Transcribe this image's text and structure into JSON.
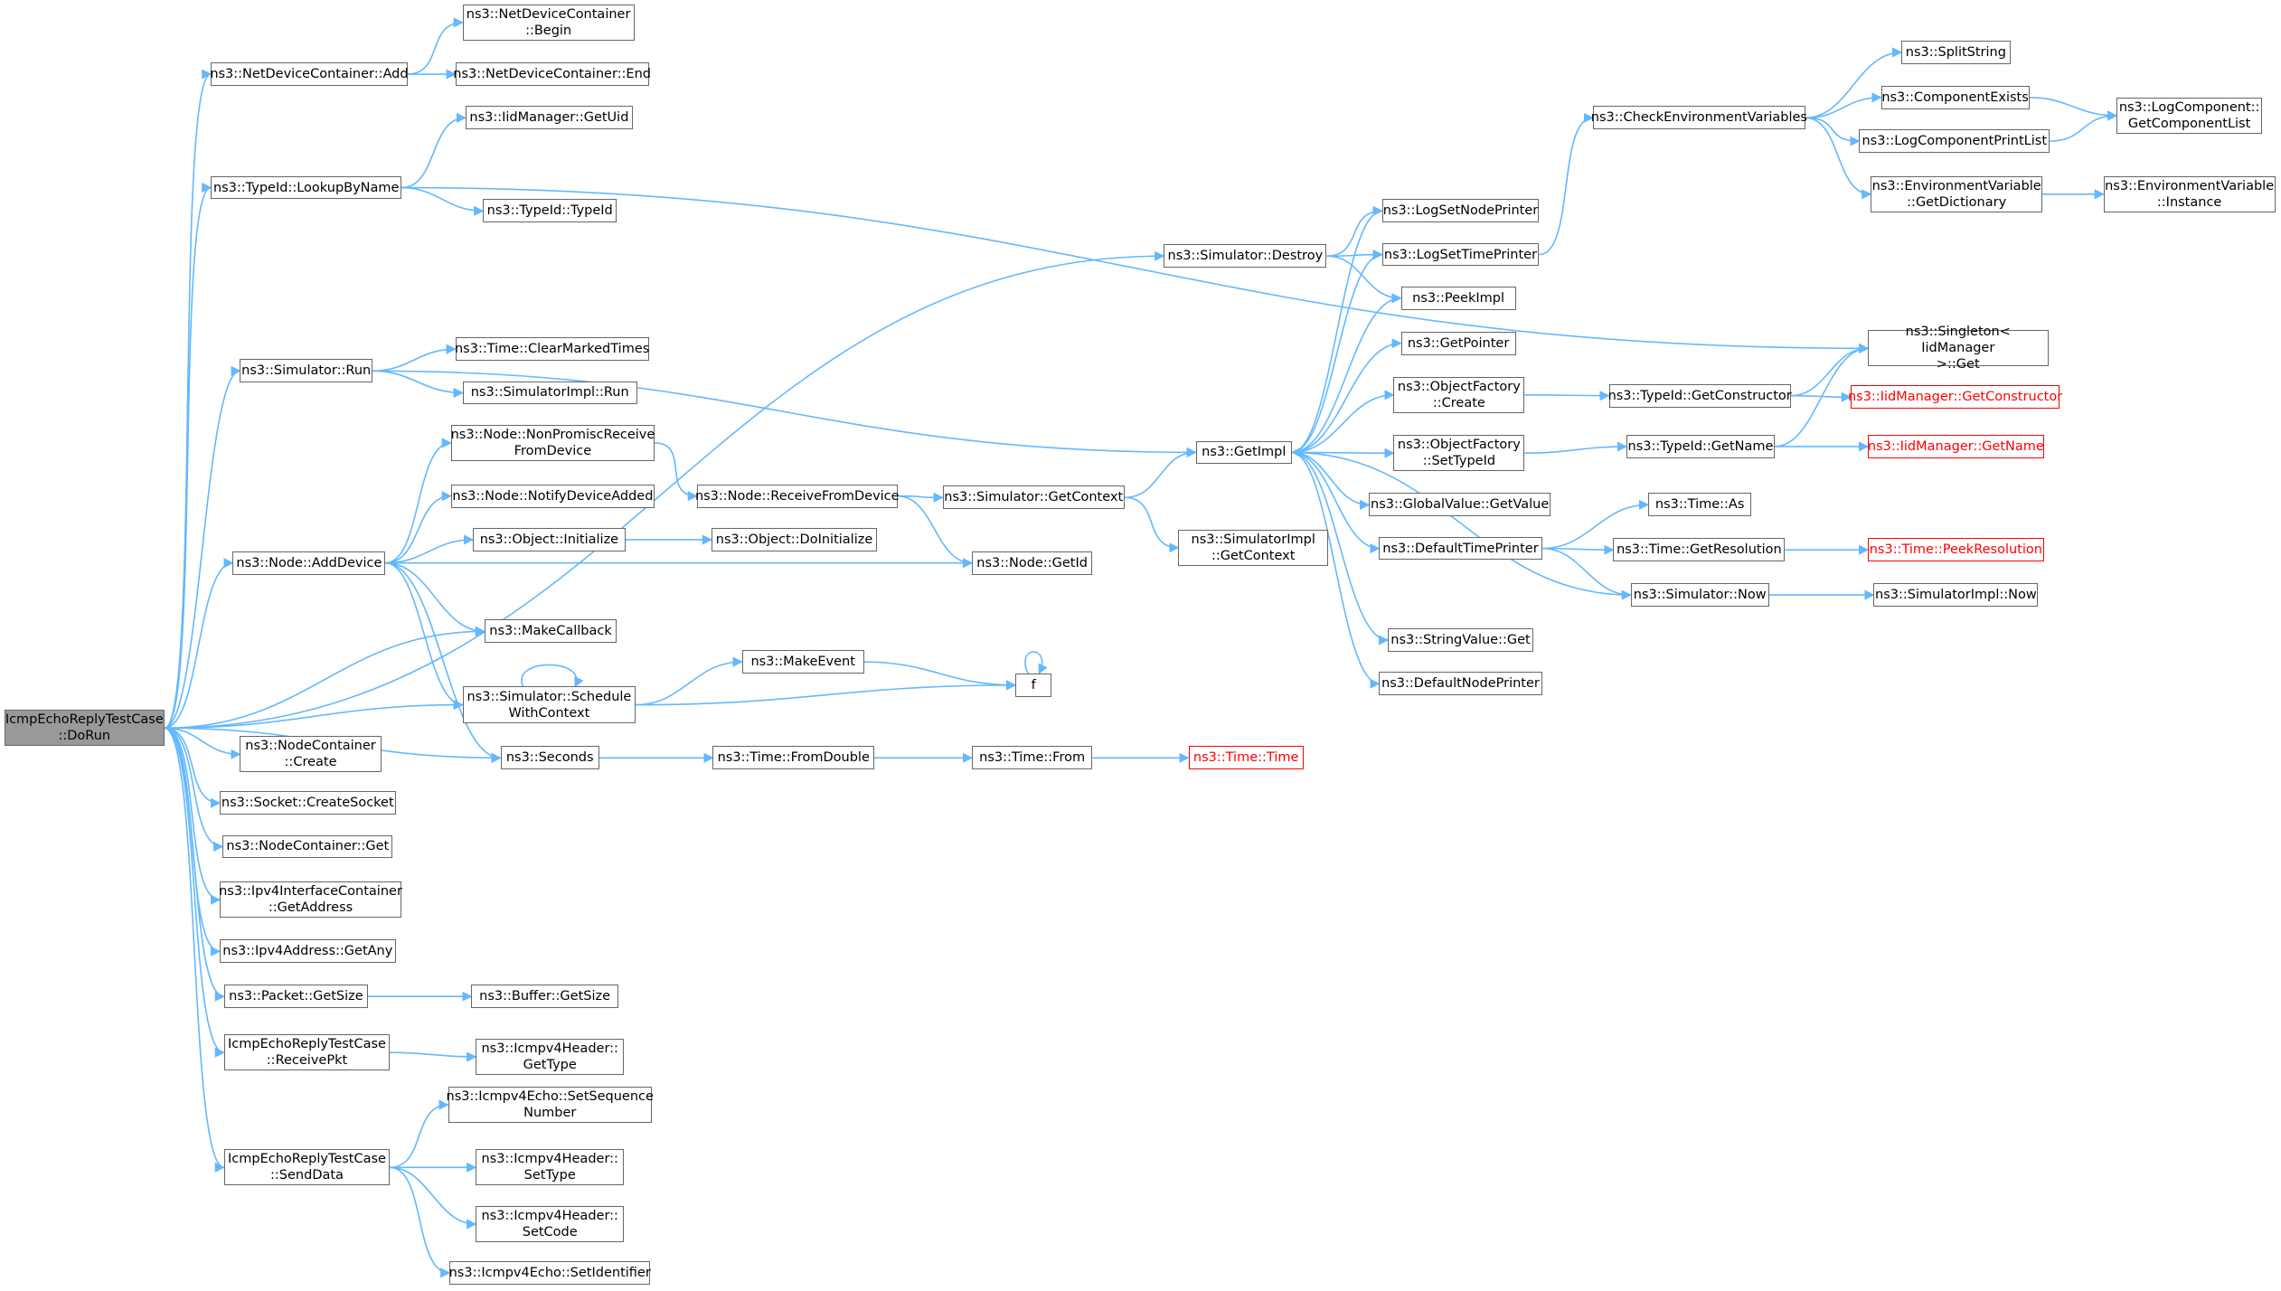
{
  "colors": {
    "edge": "#63b8ff",
    "border": "#666666",
    "root_fill": "#999999",
    "truncated": "#ff0000"
  },
  "nodes": [
    {
      "id": "root",
      "label": "IcmpEchoReplyTestCase\n::DoRun",
      "kind": "root"
    },
    {
      "id": "ndc_add",
      "label": "ns3::NetDeviceContainer::Add"
    },
    {
      "id": "ndc_begin",
      "label": "ns3::NetDeviceContainer\n::Begin"
    },
    {
      "id": "ndc_end",
      "label": "ns3::NetDeviceContainer::End"
    },
    {
      "id": "iid_getuid",
      "label": "ns3::IidManager::GetUid"
    },
    {
      "id": "typeid_lookup",
      "label": "ns3::TypeId::LookupByName"
    },
    {
      "id": "typeid_typeid",
      "label": "ns3::TypeId::TypeId"
    },
    {
      "id": "sim_destroy",
      "label": "ns3::Simulator::Destroy"
    },
    {
      "id": "sim_run",
      "label": "ns3::Simulator::Run"
    },
    {
      "id": "time_clear",
      "label": "ns3::Time::ClearMarkedTimes"
    },
    {
      "id": "simimpl_run",
      "label": "ns3::SimulatorImpl::Run"
    },
    {
      "id": "node_nonpromisc",
      "label": "ns3::Node::NonPromiscReceive\nFromDevice"
    },
    {
      "id": "node_notify",
      "label": "ns3::Node::NotifyDeviceAdded"
    },
    {
      "id": "node_recv",
      "label": "ns3::Node::ReceiveFromDevice"
    },
    {
      "id": "obj_init",
      "label": "ns3::Object::Initialize"
    },
    {
      "id": "obj_doinit",
      "label": "ns3::Object::DoInitialize"
    },
    {
      "id": "node_adddev",
      "label": "ns3::Node::AddDevice"
    },
    {
      "id": "node_getid",
      "label": "ns3::Node::GetId"
    },
    {
      "id": "makecallback",
      "label": "ns3::MakeCallback"
    },
    {
      "id": "makeevent",
      "label": "ns3::MakeEvent"
    },
    {
      "id": "sched_ctx",
      "label": "ns3::Simulator::Schedule\nWithContext"
    },
    {
      "id": "f",
      "label": "f"
    },
    {
      "id": "seconds",
      "label": "ns3::Seconds"
    },
    {
      "id": "time_fromdouble",
      "label": "ns3::Time::FromDouble"
    },
    {
      "id": "time_from",
      "label": "ns3::Time::From"
    },
    {
      "id": "time_time",
      "label": "ns3::Time::Time",
      "kind": "truncated"
    },
    {
      "id": "nc_create",
      "label": "ns3::NodeContainer\n::Create"
    },
    {
      "id": "socket_create",
      "label": "ns3::Socket::CreateSocket"
    },
    {
      "id": "nc_get",
      "label": "ns3::NodeContainer::Get"
    },
    {
      "id": "ipv4ic_getaddr",
      "label": "ns3::Ipv4InterfaceContainer\n::GetAddress"
    },
    {
      "id": "ipv4addr_getany",
      "label": "ns3::Ipv4Address::GetAny"
    },
    {
      "id": "packet_getsize",
      "label": "ns3::Packet::GetSize"
    },
    {
      "id": "buffer_getsize",
      "label": "ns3::Buffer::GetSize"
    },
    {
      "id": "recvpkt",
      "label": "IcmpEchoReplyTestCase\n::ReceivePkt"
    },
    {
      "id": "icmp_gettype",
      "label": "ns3::Icmpv4Header::\nGetType"
    },
    {
      "id": "senddata",
      "label": "IcmpEchoReplyTestCase\n::SendData"
    },
    {
      "id": "echo_setseq",
      "label": "ns3::Icmpv4Echo::SetSequence\nNumber"
    },
    {
      "id": "icmp_settype",
      "label": "ns3::Icmpv4Header::\nSetType"
    },
    {
      "id": "icmp_setcode",
      "label": "ns3::Icmpv4Header::\nSetCode"
    },
    {
      "id": "echo_setid",
      "label": "ns3::Icmpv4Echo::SetIdentifier"
    },
    {
      "id": "getimpl",
      "label": "ns3::GetImpl"
    },
    {
      "id": "sim_getctx",
      "label": "ns3::Simulator::GetContext"
    },
    {
      "id": "simimpl_getctx",
      "label": "ns3::SimulatorImpl\n::GetContext"
    },
    {
      "id": "log_setnode",
      "label": "ns3::LogSetNodePrinter"
    },
    {
      "id": "log_settime",
      "label": "ns3::LogSetTimePrinter"
    },
    {
      "id": "peekimpl",
      "label": "ns3::PeekImpl"
    },
    {
      "id": "getpointer",
      "label": "ns3::GetPointer"
    },
    {
      "id": "objfac_create",
      "label": "ns3::ObjectFactory\n::Create"
    },
    {
      "id": "objfac_settypeid",
      "label": "ns3::ObjectFactory\n::SetTypeId"
    },
    {
      "id": "gv_getvalue",
      "label": "ns3::GlobalValue::GetValue"
    },
    {
      "id": "default_time",
      "label": "ns3::DefaultTimePrinter"
    },
    {
      "id": "stringvalue_get",
      "label": "ns3::StringValue::Get"
    },
    {
      "id": "default_node",
      "label": "ns3::DefaultNodePrinter"
    },
    {
      "id": "check_env",
      "label": "ns3::CheckEnvironmentVariables"
    },
    {
      "id": "splitstring",
      "label": "ns3::SplitString"
    },
    {
      "id": "comp_exists",
      "label": "ns3::ComponentExists"
    },
    {
      "id": "logcomp_printlist",
      "label": "ns3::LogComponentPrintList"
    },
    {
      "id": "env_getdict",
      "label": "ns3::EnvironmentVariable\n::GetDictionary"
    },
    {
      "id": "logcomp_getlist",
      "label": "ns3::LogComponent::\nGetComponentList"
    },
    {
      "id": "env_instance",
      "label": "ns3::EnvironmentVariable\n::Instance"
    },
    {
      "id": "singleton_get",
      "label": "ns3::Singleton< IidManager\n >::Get"
    },
    {
      "id": "typeid_getctor",
      "label": "ns3::TypeId::GetConstructor"
    },
    {
      "id": "iid_getctor",
      "label": "ns3::IidManager::GetConstructor",
      "kind": "truncated"
    },
    {
      "id": "typeid_getname",
      "label": "ns3::TypeId::GetName"
    },
    {
      "id": "iid_getname",
      "label": "ns3::IidManager::GetName",
      "kind": "truncated"
    },
    {
      "id": "time_as",
      "label": "ns3::Time::As"
    },
    {
      "id": "time_getres",
      "label": "ns3::Time::GetResolution"
    },
    {
      "id": "time_peekres",
      "label": "ns3::Time::PeekResolution",
      "kind": "truncated"
    },
    {
      "id": "sim_now",
      "label": "ns3::Simulator::Now"
    },
    {
      "id": "simimpl_now",
      "label": "ns3::SimulatorImpl::Now"
    }
  ],
  "edges": [
    [
      "root",
      "ndc_add"
    ],
    [
      "root",
      "typeid_lookup"
    ],
    [
      "root",
      "sim_destroy"
    ],
    [
      "root",
      "sim_run"
    ],
    [
      "root",
      "node_adddev"
    ],
    [
      "root",
      "makecallback"
    ],
    [
      "root",
      "sched_ctx"
    ],
    [
      "root",
      "seconds"
    ],
    [
      "root",
      "nc_create"
    ],
    [
      "root",
      "socket_create"
    ],
    [
      "root",
      "nc_get"
    ],
    [
      "root",
      "ipv4ic_getaddr"
    ],
    [
      "root",
      "ipv4addr_getany"
    ],
    [
      "root",
      "packet_getsize"
    ],
    [
      "root",
      "recvpkt"
    ],
    [
      "root",
      "senddata"
    ],
    [
      "ndc_add",
      "ndc_begin"
    ],
    [
      "ndc_add",
      "ndc_end"
    ],
    [
      "typeid_lookup",
      "iid_getuid"
    ],
    [
      "typeid_lookup",
      "typeid_typeid"
    ],
    [
      "typeid_lookup",
      "singleton_get"
    ],
    [
      "sim_destroy",
      "log_setnode"
    ],
    [
      "sim_destroy",
      "log_settime"
    ],
    [
      "sim_destroy",
      "peekimpl"
    ],
    [
      "sim_run",
      "getimpl"
    ],
    [
      "sim_run",
      "time_clear"
    ],
    [
      "sim_run",
      "simimpl_run"
    ],
    [
      "node_adddev",
      "node_nonpromisc"
    ],
    [
      "node_adddev",
      "node_notify"
    ],
    [
      "node_adddev",
      "obj_init"
    ],
    [
      "node_adddev",
      "node_getid"
    ],
    [
      "node_adddev",
      "makecallback"
    ],
    [
      "node_adddev",
      "sched_ctx"
    ],
    [
      "node_adddev",
      "seconds"
    ],
    [
      "node_nonpromisc",
      "node_recv"
    ],
    [
      "node_recv",
      "sim_getctx"
    ],
    [
      "node_recv",
      "node_getid"
    ],
    [
      "obj_init",
      "obj_doinit"
    ],
    [
      "sched_ctx",
      "sched_ctx"
    ],
    [
      "sched_ctx",
      "makeevent"
    ],
    [
      "sched_ctx",
      "f"
    ],
    [
      "makeevent",
      "f"
    ],
    [
      "f",
      "f"
    ],
    [
      "seconds",
      "time_fromdouble"
    ],
    [
      "time_fromdouble",
      "time_from"
    ],
    [
      "time_from",
      "time_time"
    ],
    [
      "packet_getsize",
      "buffer_getsize"
    ],
    [
      "recvpkt",
      "icmp_gettype"
    ],
    [
      "senddata",
      "echo_setseq"
    ],
    [
      "senddata",
      "icmp_settype"
    ],
    [
      "senddata",
      "icmp_setcode"
    ],
    [
      "senddata",
      "echo_setid"
    ],
    [
      "sim_getctx",
      "getimpl"
    ],
    [
      "sim_getctx",
      "simimpl_getctx"
    ],
    [
      "getimpl",
      "log_setnode"
    ],
    [
      "getimpl",
      "log_settime"
    ],
    [
      "getimpl",
      "peekimpl"
    ],
    [
      "getimpl",
      "getpointer"
    ],
    [
      "getimpl",
      "objfac_create"
    ],
    [
      "getimpl",
      "objfac_settypeid"
    ],
    [
      "getimpl",
      "gv_getvalue"
    ],
    [
      "getimpl",
      "default_time"
    ],
    [
      "getimpl",
      "stringvalue_get"
    ],
    [
      "getimpl",
      "default_node"
    ],
    [
      "log_settime",
      "check_env"
    ],
    [
      "check_env",
      "splitstring"
    ],
    [
      "check_env",
      "comp_exists"
    ],
    [
      "check_env",
      "logcomp_printlist"
    ],
    [
      "check_env",
      "env_getdict"
    ],
    [
      "comp_exists",
      "logcomp_getlist"
    ],
    [
      "logcomp_printlist",
      "logcomp_getlist"
    ],
    [
      "env_getdict",
      "env_instance"
    ],
    [
      "objfac_create",
      "typeid_getctor"
    ],
    [
      "typeid_getctor",
      "singleton_get"
    ],
    [
      "typeid_getctor",
      "iid_getctor"
    ],
    [
      "objfac_settypeid",
      "typeid_getname"
    ],
    [
      "typeid_getname",
      "singleton_get"
    ],
    [
      "typeid_getname",
      "iid_getname"
    ],
    [
      "default_time",
      "time_as"
    ],
    [
      "default_time",
      "time_getres"
    ],
    [
      "default_time",
      "sim_now"
    ],
    [
      "time_getres",
      "time_peekres"
    ],
    [
      "sim_now",
      "getimpl"
    ],
    [
      "sim_now",
      "simimpl_now"
    ]
  ]
}
